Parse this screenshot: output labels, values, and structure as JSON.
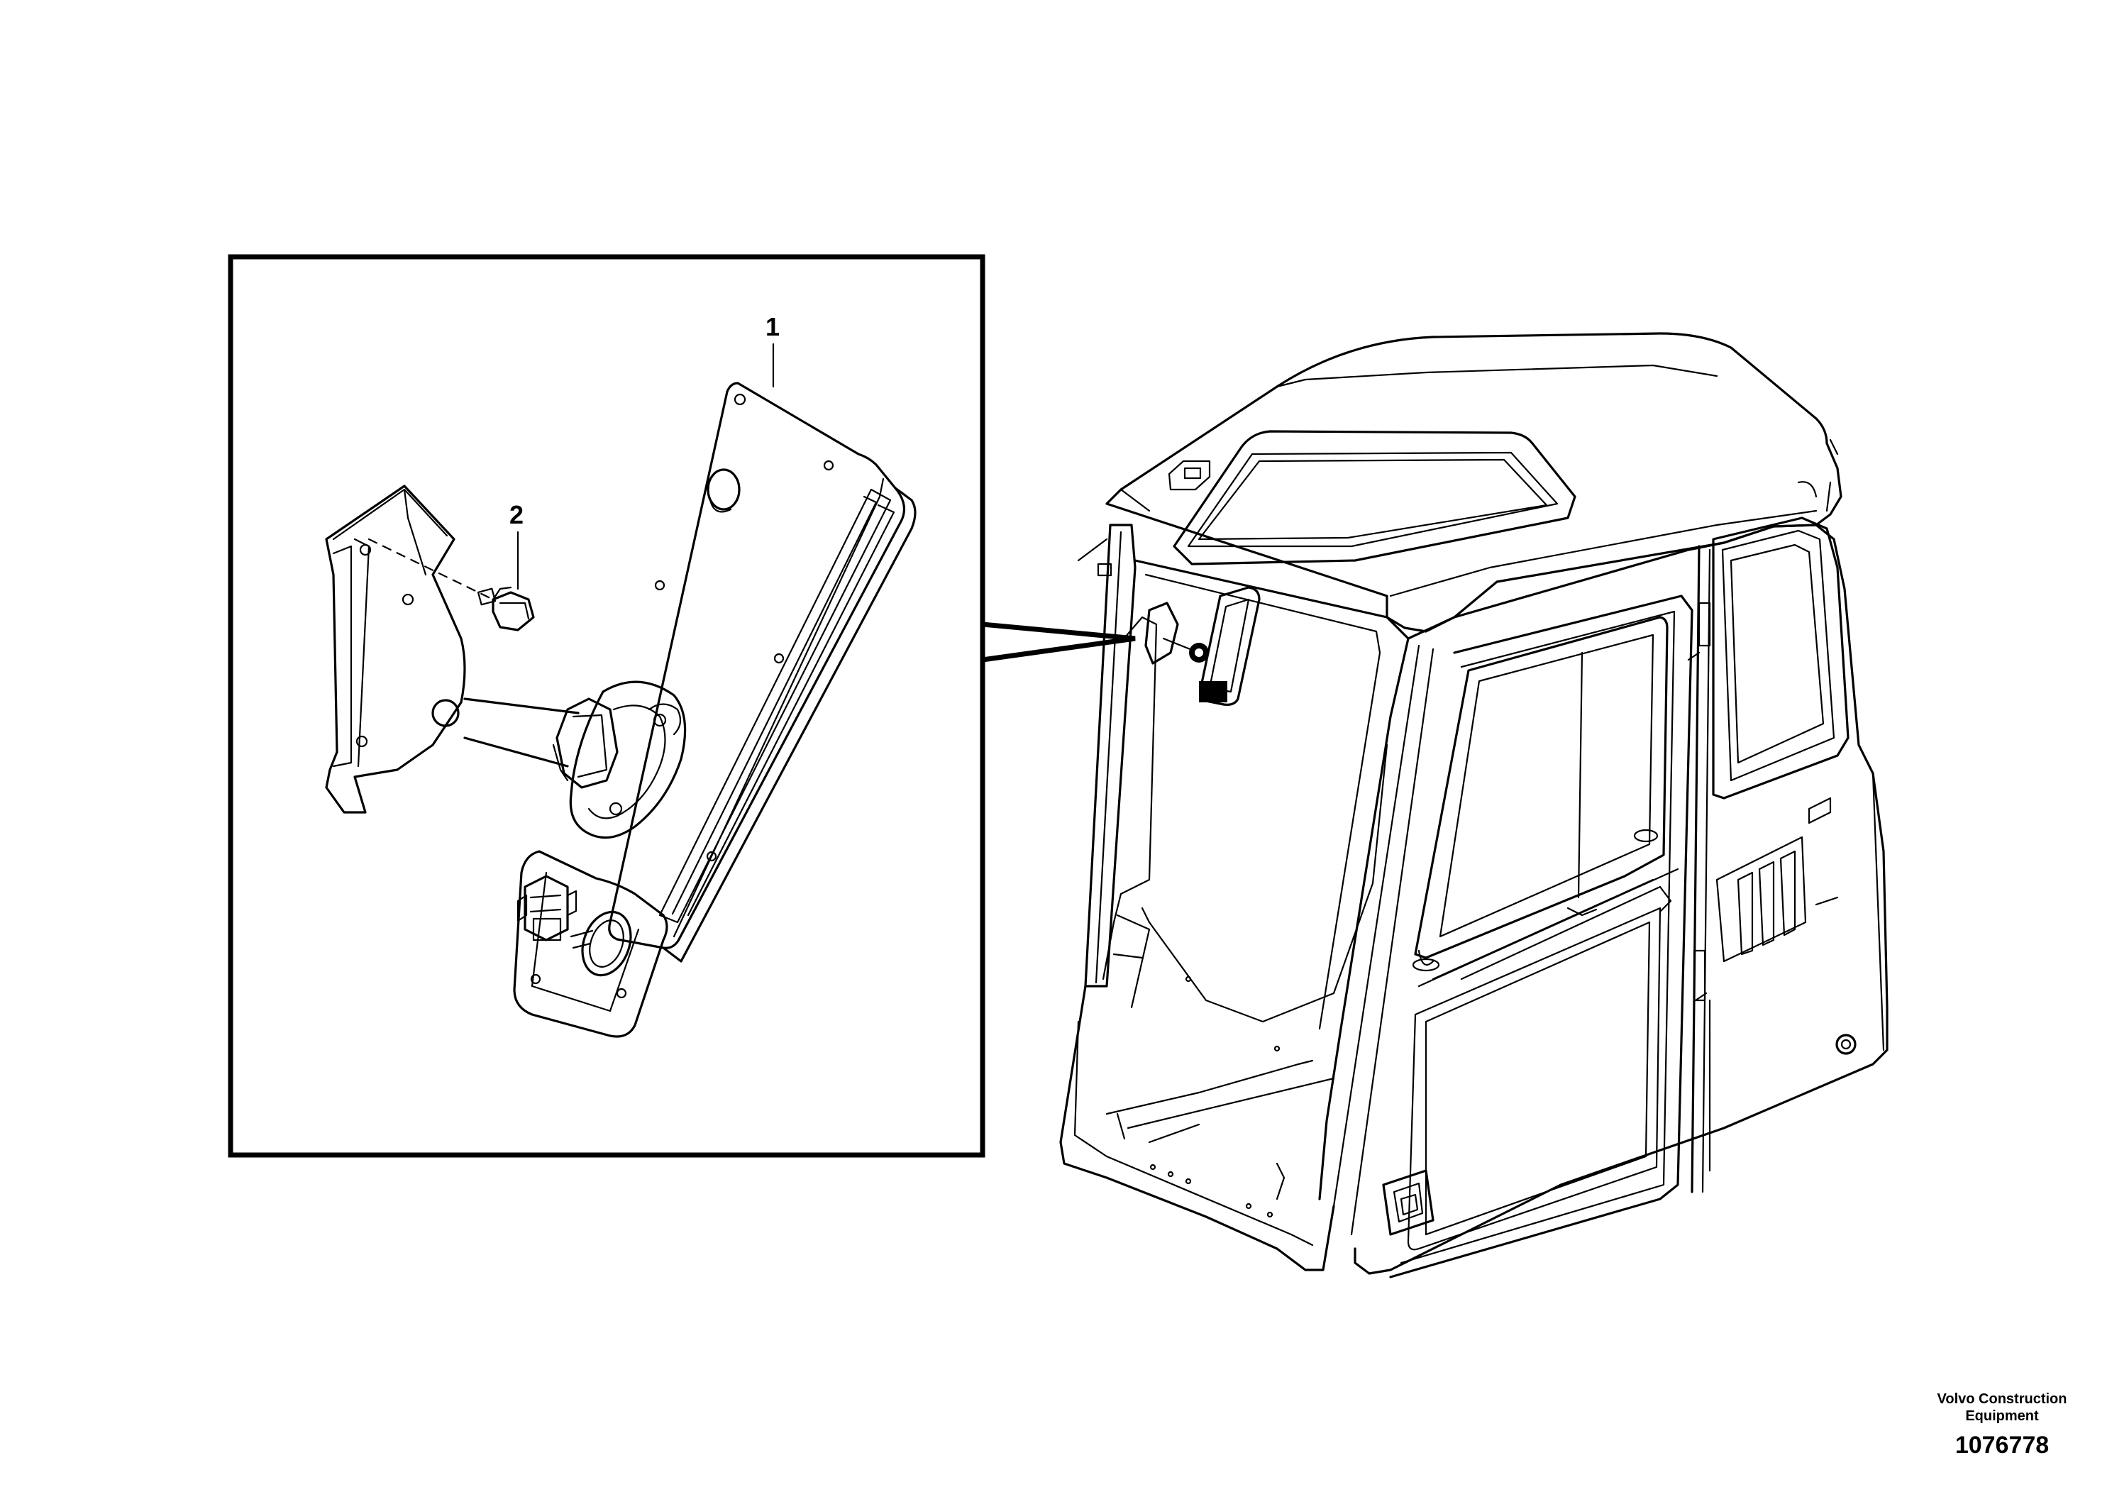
{
  "callouts": [
    {
      "label": "1"
    },
    {
      "label": "2"
    }
  ],
  "footer": {
    "company_line1": "Volvo Construction",
    "company_line2": "Equipment",
    "drawing_number": "1076778"
  }
}
